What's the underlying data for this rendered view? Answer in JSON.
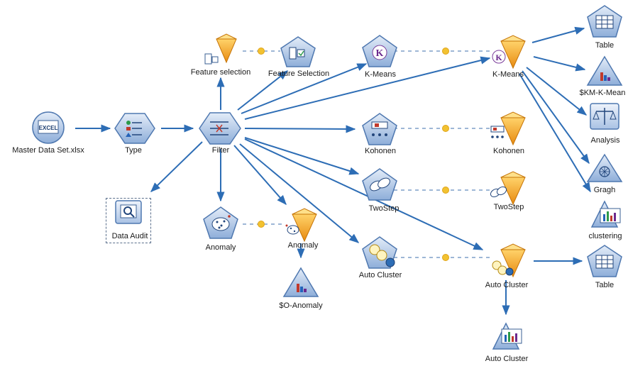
{
  "nodes": {
    "master_data_set": "Master Data Set.xlsx",
    "type": "Type",
    "filter": "Filter",
    "data_audit": "Data Audit",
    "feature_selection_model": "Feature selection",
    "feature_selection": "Feature Selection",
    "anomaly": "Anomaly",
    "anomaly_model": "Anomaly",
    "o_anomaly": "$O-Anomaly",
    "kmeans": "K-Means",
    "kmeans_model": "K-Means",
    "kohonen": "Kohonen",
    "kohonen_model": "Kohonen",
    "twostep": "TwoStep",
    "twostep_model": "TwoStep",
    "auto_cluster": "Auto Cluster",
    "auto_cluster_model": "Auto Cluster",
    "auto_cluster_graph": "Auto Cluster",
    "table_top": "Table",
    "km_kmean": "$KM-K-Mean",
    "analysis": "Analysis",
    "gragh": "Gragh",
    "clustering": "clustering",
    "table_bottom": "Table"
  },
  "icons": {
    "excel_source": "excel-source-icon",
    "type": "type-icon",
    "filter": "filter-icon",
    "data_audit": "data-audit-icon",
    "model_nugget": "model-nugget-icon",
    "table": "table-icon",
    "plot": "plot-icon",
    "analysis": "analysis-icon",
    "graph": "graph-icon",
    "chart": "chart-icon"
  },
  "colors": {
    "arrow": "#2d6db5",
    "node_blue": "#6a93c7",
    "nugget_orange": "#f0a020",
    "link_dot": "#f2c231"
  }
}
